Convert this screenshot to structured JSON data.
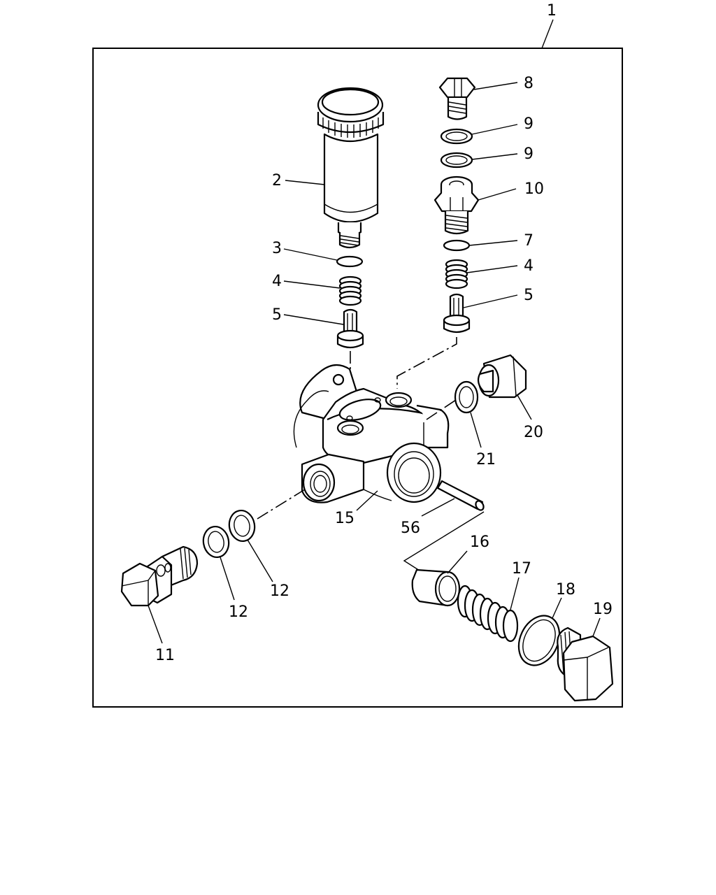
{
  "diagram": {
    "labels": {
      "assembly": "1",
      "primer_pump": "2",
      "o_ring_left": "3",
      "spring_left": "4",
      "valve_left": "5",
      "o_ring_right": "7",
      "bolt_top": "8",
      "washer_upper": "9",
      "washer_lower": "9",
      "connector": "10",
      "spring_right": "4",
      "valve_right": "5",
      "eye_bolt": "11",
      "gasket_outer": "12",
      "gasket_inner": "12",
      "housing": "15",
      "piston": "16",
      "piston_spring": "17",
      "plug_gasket": "18",
      "plug_bolt": "19",
      "side_plug": "20",
      "side_gasket": "21",
      "pin": "56"
    }
  }
}
